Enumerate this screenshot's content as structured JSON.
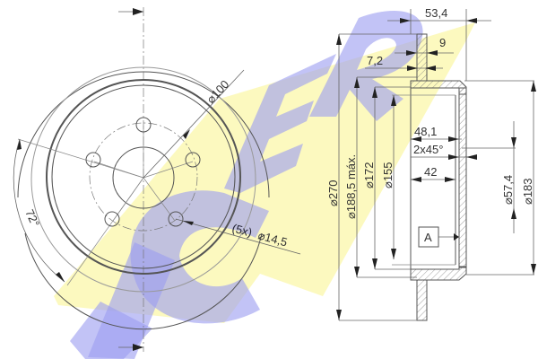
{
  "watermark": {
    "brand": "ICER",
    "colors": {
      "band": "#fbf8b4",
      "letters": "#9d9ef0"
    }
  },
  "front_view": {
    "labels": {
      "pcd": "⌀100",
      "holes_count": "(5x)",
      "hole_diameter": "⌀14,5",
      "hole_angle": "72°"
    }
  },
  "section_view": {
    "labels": {
      "overall_height": "53,4",
      "disc_thickness": "9",
      "min_thickness": "7,2",
      "hat_depth": "48,1",
      "chamfer": "2x45°",
      "inner_depth": "42",
      "outer_diameter": "⌀270",
      "friction_diameter": "⌀188,5 máx.",
      "hat_outer_diameter": "⌀172",
      "hat_inner_diameter": "⌀155",
      "center_bore": "⌀57,4",
      "hat_mount_diameter": "⌀183",
      "datum": "A"
    }
  }
}
